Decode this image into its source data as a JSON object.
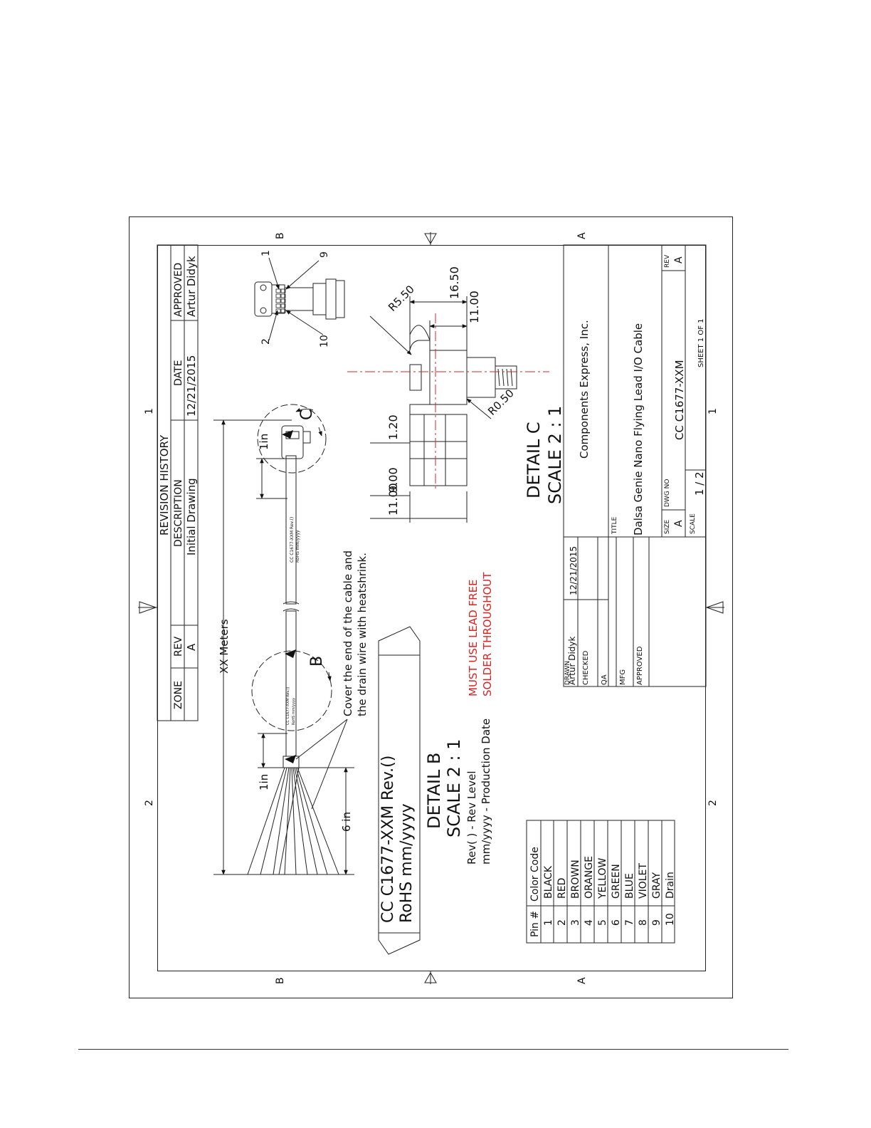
{
  "zones": {
    "b_top": "B",
    "one_top": "1",
    "a_top": "A",
    "two_top": "2",
    "b_bottom": "B",
    "two_bottom": "2",
    "one_bottom": "1",
    "a_bottom": "A"
  },
  "revision_history": {
    "title": "REVISION HISTORY",
    "headers": {
      "zone": "ZONE",
      "rev": "REV",
      "description": "DESCRIPTION",
      "date": "DATE",
      "approved": "APPROVED"
    },
    "row": {
      "zone": "",
      "rev": "A",
      "description": "Initial Drawing",
      "date": "12/21/2015",
      "approved": "Artur Didyk"
    }
  },
  "connector": {
    "pin1": "1",
    "pin2": "2",
    "pin9": "9",
    "pin10": "10"
  },
  "detail_c": {
    "label": "DETAIL C",
    "scale": "SCALE 2 : 1",
    "dims": {
      "d1650": "16.50",
      "d1100a": "11.00",
      "r550": "R5.50",
      "r050": "R0.50",
      "d120": "1.20",
      "d900": "9.00",
      "d1100b": "11.00"
    },
    "callout": "C"
  },
  "cable": {
    "overall_length": "XX Meters",
    "left_1in": "1in",
    "right_1in": "1in",
    "lead_length": "6 in",
    "callout_b": "B",
    "note_line1": "Cover the end of the cable and",
    "note_line2": "the drain wire with heatshrink.",
    "print_small1": "CC C1677-XXM Rev.()",
    "print_small2": "RoHS      mm/yyyy"
  },
  "detail_b": {
    "label": "DETAIL B",
    "scale": "SCALE 2 : 1",
    "print_line1": "CC C1677-XXM Rev.()",
    "print_line2": "RoHS      mm/yyyy",
    "legend1": "Rev( )      - Rev Level",
    "legend2": "mm/yyyy - Production Date"
  },
  "lead_free_note": {
    "line1": "MUST USE LEAD FREE",
    "line2": "SOLDER THROUGHOUT"
  },
  "colors": {
    "red_note": "#e0201f",
    "centerline": "#d0262a"
  },
  "pin_table": {
    "headers": [
      "Pin #",
      "Color Code"
    ],
    "rows": [
      [
        "1",
        "BLACK"
      ],
      [
        "2",
        "RED"
      ],
      [
        "3",
        "BROWN"
      ],
      [
        "4",
        "ORANGE"
      ],
      [
        "5",
        "YELLOW"
      ],
      [
        "6",
        "GREEN"
      ],
      [
        "7",
        "BLUE"
      ],
      [
        "8",
        "VIOLET"
      ],
      [
        "9",
        "GRAY"
      ],
      [
        "10",
        "Drain"
      ]
    ]
  },
  "title_block": {
    "drawn_label": "DRAWN",
    "drawn_name": "Artur Didyk",
    "drawn_date": "12/21/2015",
    "checked_label": "CHECKED",
    "qa_label": "QA",
    "mfg_label": "MFG",
    "approved_label": "APPROVED",
    "company": "Components Express, Inc.",
    "title_label": "TITLE",
    "title": "Dalsa Genie Nano Flying Lead I/O Cable",
    "size_label": "SIZE",
    "size": "A",
    "dwg_label": "DWG NO",
    "dwg_no": "CC C1677-XXM",
    "rev_label": "REV",
    "rev": "A",
    "scale_label": "SCALE",
    "scale": "1 / 2",
    "sheet": "SHEET 1  OF 1"
  }
}
